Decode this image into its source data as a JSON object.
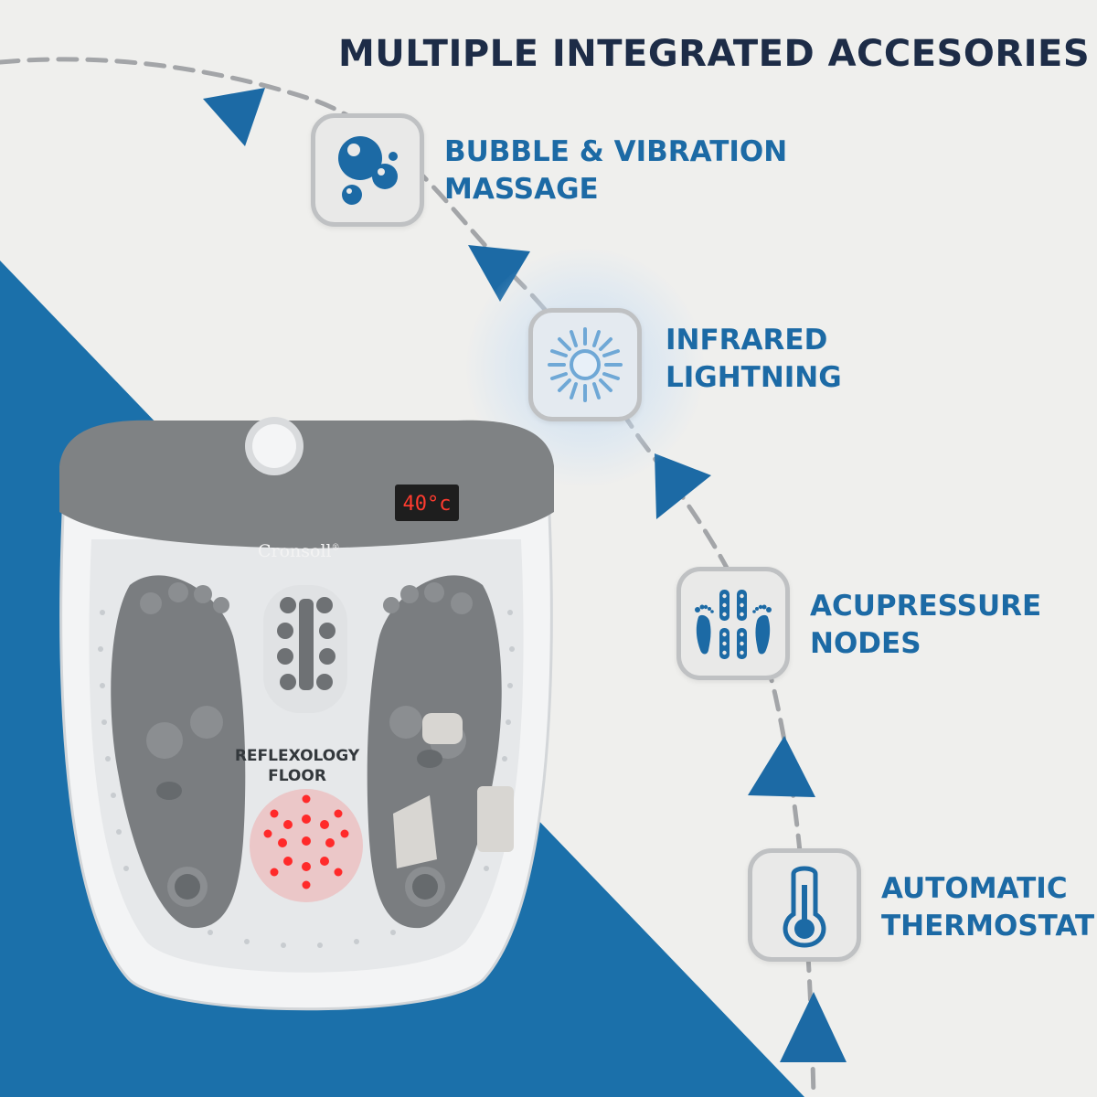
{
  "title": "MULTIPLE INTEGRATED ACCESORIES",
  "features": [
    {
      "line1": "BUBBLE & VIBRATION",
      "line2": "MASSAGE",
      "icon": "bubbles-icon"
    },
    {
      "line1": "INFRARED",
      "line2": "LIGHTNING",
      "icon": "sun-icon"
    },
    {
      "line1": "ACUPRESSURE",
      "line2": "NODES",
      "icon": "feet-nodes-icon"
    },
    {
      "line1": "AUTOMATIC",
      "line2": "THERMOSTAT",
      "icon": "thermometer-icon"
    }
  ],
  "product": {
    "brand": "Cronsoll",
    "brand_mark": "®",
    "display": "40°c",
    "floor_label_line1": "REFLEXOLOGY",
    "floor_label_line2": "FLOOR"
  },
  "colors": {
    "accent_blue": "#1c6aa5",
    "triangle_blue": "#1b70aa",
    "title_navy": "#1d2c47",
    "tub_grey": "#7f8284",
    "tub_white": "#f4f5f6",
    "infrared_red": "#ff2a2a"
  }
}
